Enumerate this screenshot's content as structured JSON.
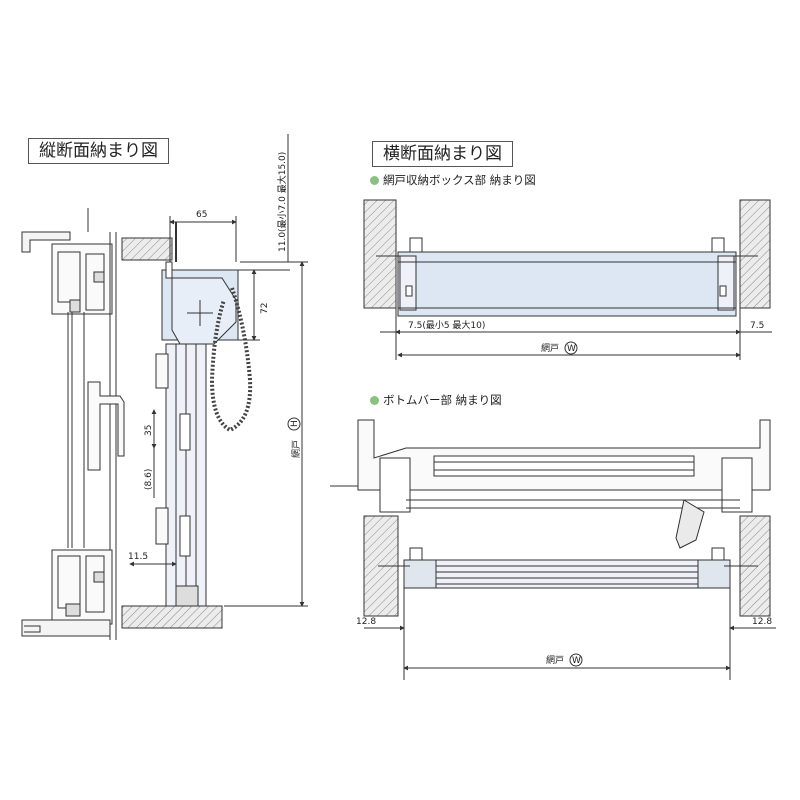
{
  "vertical_section": {
    "title": "縦断面納まり図",
    "dims": {
      "d65": "65",
      "d72": "72",
      "d35": "35",
      "d86": "(8.6)",
      "d115": "11.5",
      "top_gap": "11.0(最小7.0  最大15.0)",
      "height_prefix": "網戸",
      "height_mark": "H"
    }
  },
  "horizontal_section": {
    "title": "横断面納まり図",
    "box_part": {
      "label": "網戸収納ボックス部  納まり図",
      "dim_left": "7.5(最小5 最大10)",
      "dim_right": "7.5",
      "width_prefix": "網戸",
      "width_mark": "W"
    },
    "bottom_bar_part": {
      "label": "ボトムバー部  納まり図",
      "dim_left": "12.8",
      "dim_right": "12.8",
      "width_prefix": "網戸",
      "width_mark": "W"
    }
  },
  "colors": {
    "accent_dot": "#8cbf84",
    "screen_fill": "#dde7f4",
    "wall_hatch": "#8a8a8a"
  }
}
